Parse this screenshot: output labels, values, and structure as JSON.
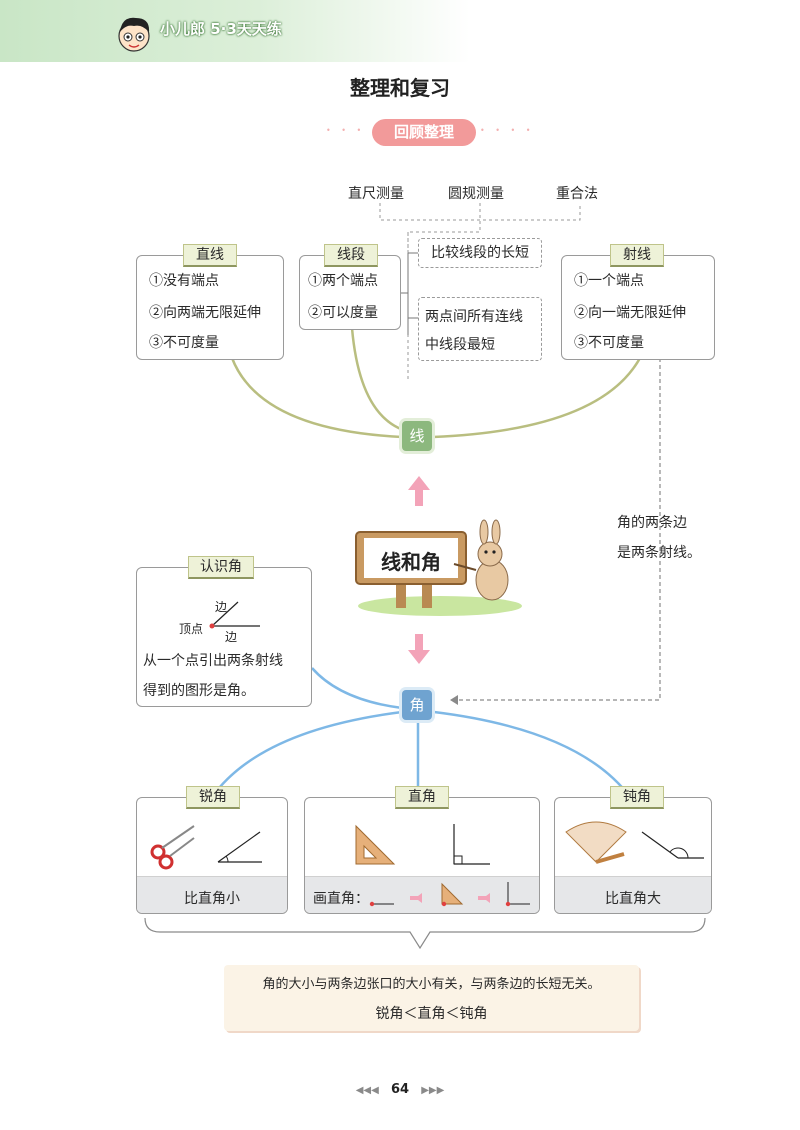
{
  "header": {
    "series_title": "小儿郎 5·3天天练"
  },
  "page_title": "整理和复习",
  "section_pill": "回顾整理",
  "methods": [
    "直尺测量",
    "圆规测量",
    "重合法"
  ],
  "line_box": {
    "tag": "直线",
    "items": [
      "①没有端点",
      "②向两端无限延伸",
      "③不可度量"
    ]
  },
  "segment_box": {
    "tag": "线段",
    "items": [
      "①两个端点",
      "②可以度量"
    ]
  },
  "ray_box": {
    "tag": "射线",
    "items": [
      "①一个端点",
      "②向一端无限延伸",
      "③不可度量"
    ]
  },
  "compare_segment": "比较线段的长短",
  "shortest_note": {
    "line1": "两点间所有连线",
    "line2": "中线段最短"
  },
  "node_line": "线",
  "node_angle": "角",
  "center_sign": "线和角",
  "ray_note": {
    "line1": "角的两条边",
    "line2": "是两条射线。"
  },
  "know_angle": {
    "tag": "认识角",
    "label_side_top": "边",
    "label_vertex": "顶点",
    "label_side_bottom": "边",
    "line1": "从一个点引出两条射线",
    "line2": "得到的图形是角。"
  },
  "acute": {
    "tag": "锐角",
    "caption": "比直角小"
  },
  "right": {
    "tag": "直角",
    "caption": "画直角："
  },
  "obtuse": {
    "tag": "钝角",
    "caption": "比直角大"
  },
  "summary": {
    "line1": "角的大小与两条边张口的大小有关，与两条边的长短无关。",
    "line2": "锐角＜直角＜钝角"
  },
  "page_number": "64",
  "colors": {
    "pink": "#f29a9a",
    "olive": "#b9be80",
    "node_green": "#8cb87e",
    "node_blue": "#6fa3d0",
    "blue_line": "#7eb8e6",
    "arrow_pink": "#f3a3b8"
  }
}
